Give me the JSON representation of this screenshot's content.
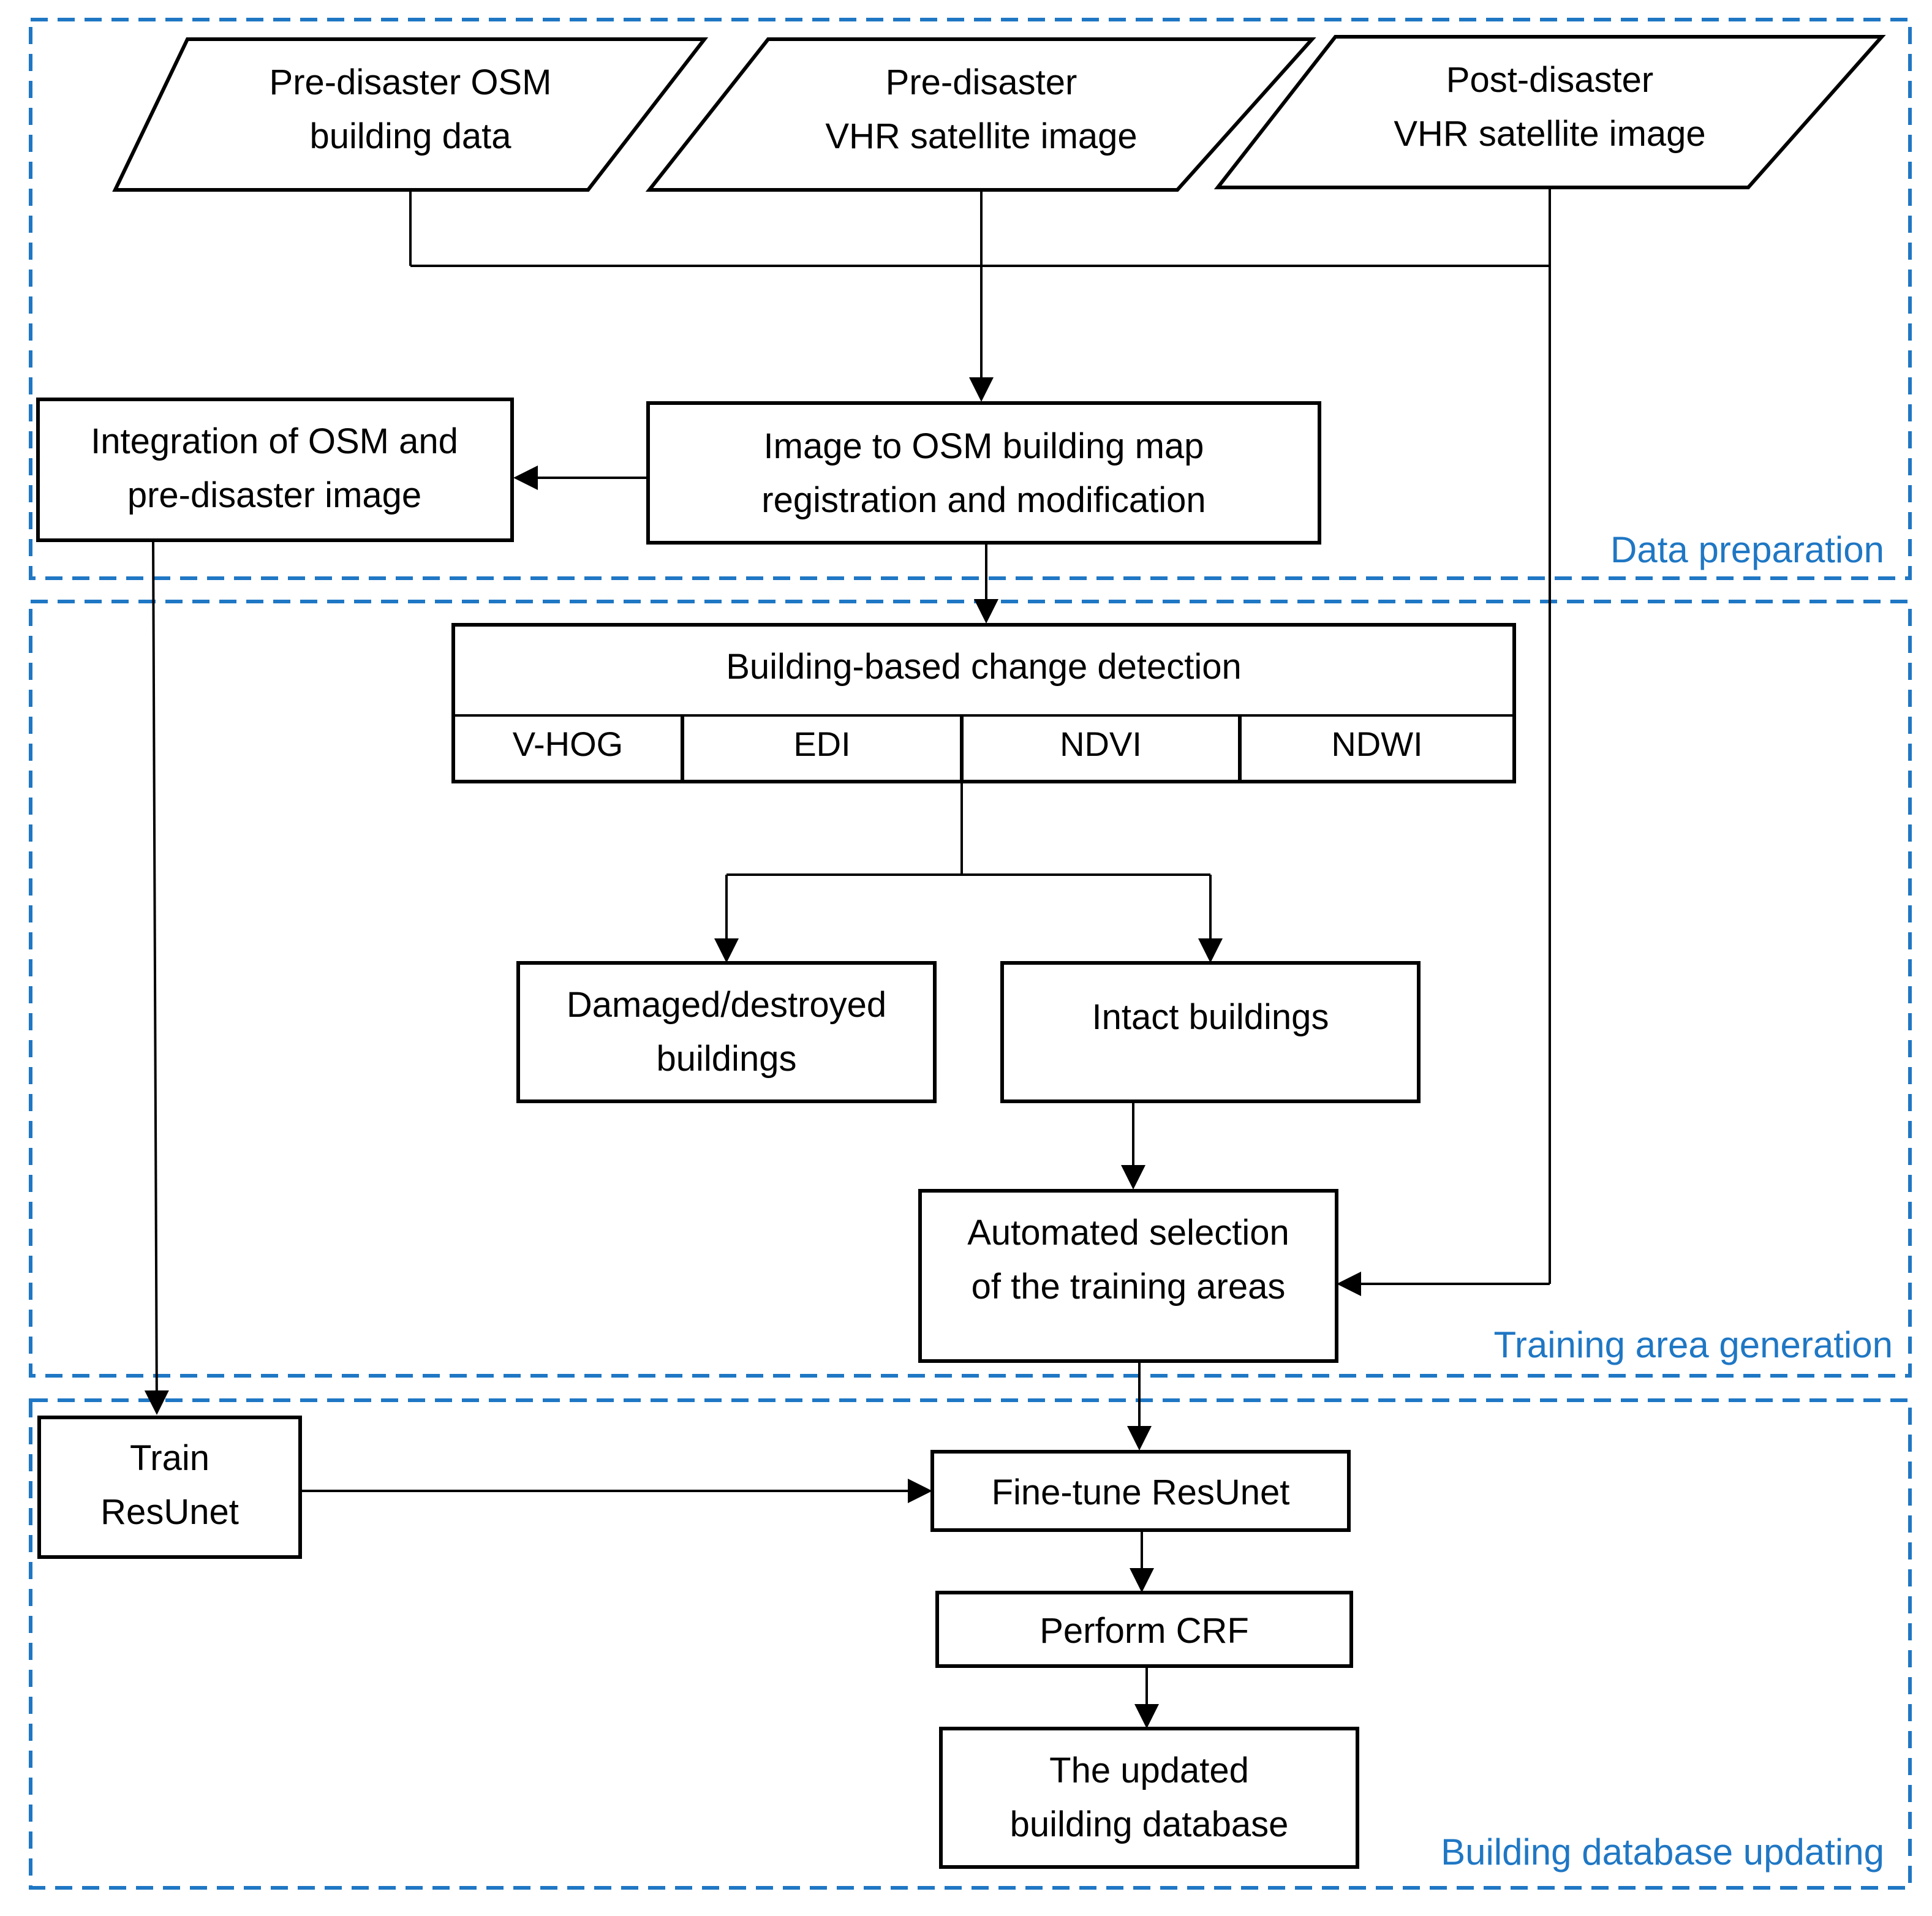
{
  "colors": {
    "section_border": "#1f77c4",
    "section_label": "#1f77c4",
    "stroke": "#000000",
    "background": "#ffffff"
  },
  "sections": {
    "data_preparation": "Data preparation",
    "training_area_generation": "Training area generation",
    "building_database_updating": "Building database updating"
  },
  "inputs": {
    "osm": {
      "line1": "Pre-disaster OSM",
      "line2": "building data"
    },
    "pre_image": {
      "line1": "Pre-disaster",
      "line2": "VHR satellite image"
    },
    "post_image": {
      "line1": "Post-disaster",
      "line2": "VHR satellite image"
    }
  },
  "processes": {
    "integration": {
      "line1": "Integration of OSM and",
      "line2": "pre-disaster image"
    },
    "registration": {
      "line1": "Image to OSM building map",
      "line2": "registration and modification"
    },
    "change_detection": {
      "title": "Building-based change detection",
      "cells": [
        "V-HOG",
        "EDI",
        "NDVI",
        "NDWI"
      ]
    },
    "damaged": {
      "line1": "Damaged/destroyed",
      "line2": "buildings"
    },
    "intact": {
      "line1": "Intact buildings"
    },
    "automated_selection": {
      "line1": "Automated selection",
      "line2": "of the training areas"
    },
    "train": {
      "line1": "Train",
      "line2": "ResUnet"
    },
    "fine_tune": {
      "line1": "Fine-tune ResUnet"
    },
    "crf": {
      "line1": "Perform CRF"
    },
    "updated_db": {
      "line1": "The updated",
      "line2": "building database"
    }
  }
}
